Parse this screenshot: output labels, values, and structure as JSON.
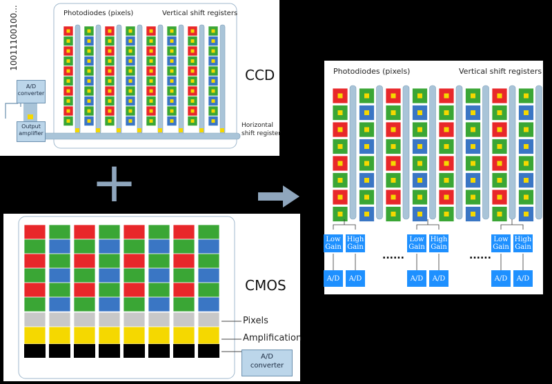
{
  "ccd": {
    "label": "CCD",
    "bits": "10011100100...",
    "photodiodes_label": "Photodiodes (pixels)",
    "vertical_label": "Vertical shift registers",
    "horizontal_label_1": "Horizontal",
    "horizontal_label_2": "shift register",
    "adc_label_1": "A/D",
    "adc_label_2": "converter",
    "amp_label_1": "Output",
    "amp_label_2": "amplifier",
    "column_pattern": [
      [
        "red",
        "green"
      ],
      [
        "green",
        "blue"
      ],
      [
        "red",
        "green"
      ],
      [
        "green",
        "blue"
      ],
      [
        "red",
        "green"
      ],
      [
        "green",
        "blue"
      ],
      [
        "red",
        "green"
      ],
      [
        "green",
        "blue"
      ]
    ]
  },
  "plus_symbol": "+",
  "arrow_icon": "right-arrow",
  "cmos": {
    "label": "CMOS",
    "pixels_label": "Pixels",
    "amplification_label": "Amplification",
    "adc_label_1": "A/D",
    "adc_label_2": "converter",
    "column_pattern": [
      [
        "red",
        "green"
      ],
      [
        "green",
        "blue"
      ],
      [
        "red",
        "green"
      ],
      [
        "green",
        "blue"
      ],
      [
        "red",
        "green"
      ],
      [
        "green",
        "blue"
      ],
      [
        "red",
        "green"
      ],
      [
        "green",
        "blue"
      ]
    ]
  },
  "hybrid": {
    "photodiodes_label": "Photodiodes (pixels)",
    "vertical_label": "Vertical shift registers",
    "low_gain": [
      "Low",
      "Gain"
    ],
    "high_gain": [
      "High",
      "Gain"
    ],
    "adc": "A/D",
    "ellipsis": "......",
    "column_pattern": [
      [
        "red",
        "green"
      ],
      [
        "green",
        "blue"
      ],
      [
        "red",
        "green"
      ],
      [
        "green",
        "blue"
      ],
      [
        "red",
        "green"
      ],
      [
        "green",
        "blue"
      ],
      [
        "red",
        "green"
      ],
      [
        "green",
        "blue"
      ]
    ]
  },
  "colors": {
    "red": "#e8272a",
    "green": "#3aa635",
    "blue": "#3a76c4",
    "yellow": "#f5d800",
    "gray": "#c8c8c8",
    "black": "#000000",
    "register": "#a9c4d8",
    "gain_box": "#1e90ff",
    "arrow": "#8fa6bd"
  }
}
